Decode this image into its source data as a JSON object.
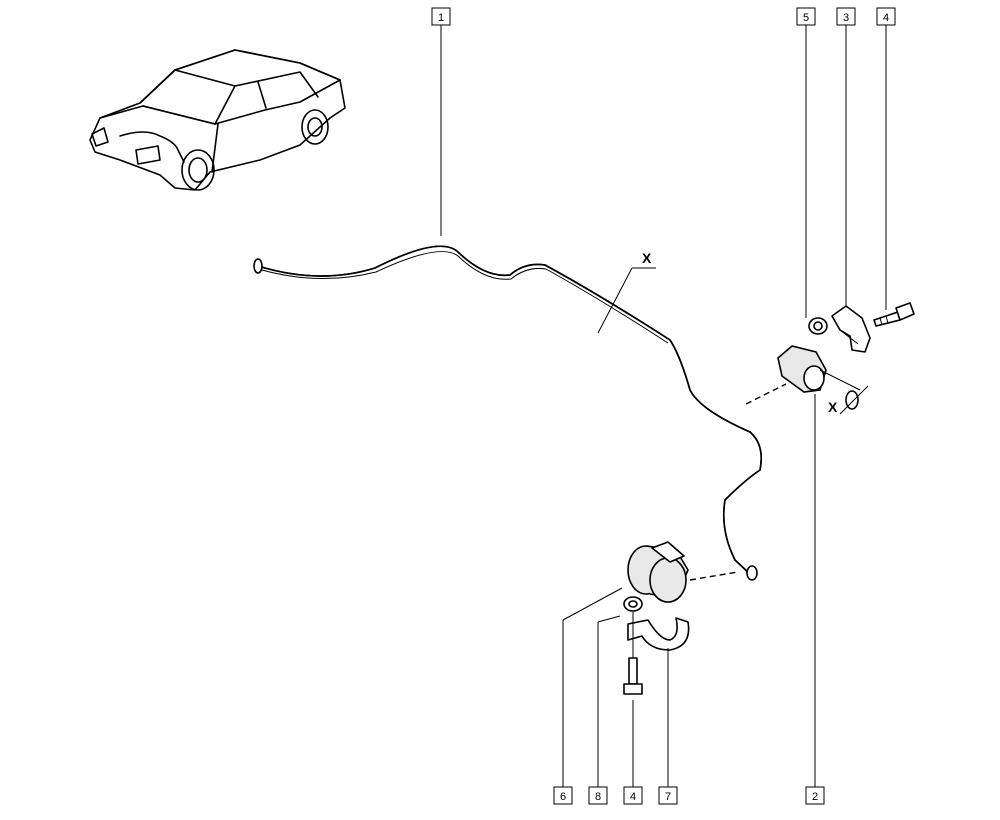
{
  "callouts": {
    "c1": "1",
    "c2": "2",
    "c3": "3",
    "c4_top": "4",
    "c4_bottom": "4",
    "c5": "5",
    "c6": "6",
    "c7": "7",
    "c8": "8"
  },
  "section_marks": {
    "x_bar": "X",
    "x_bush": "X"
  }
}
